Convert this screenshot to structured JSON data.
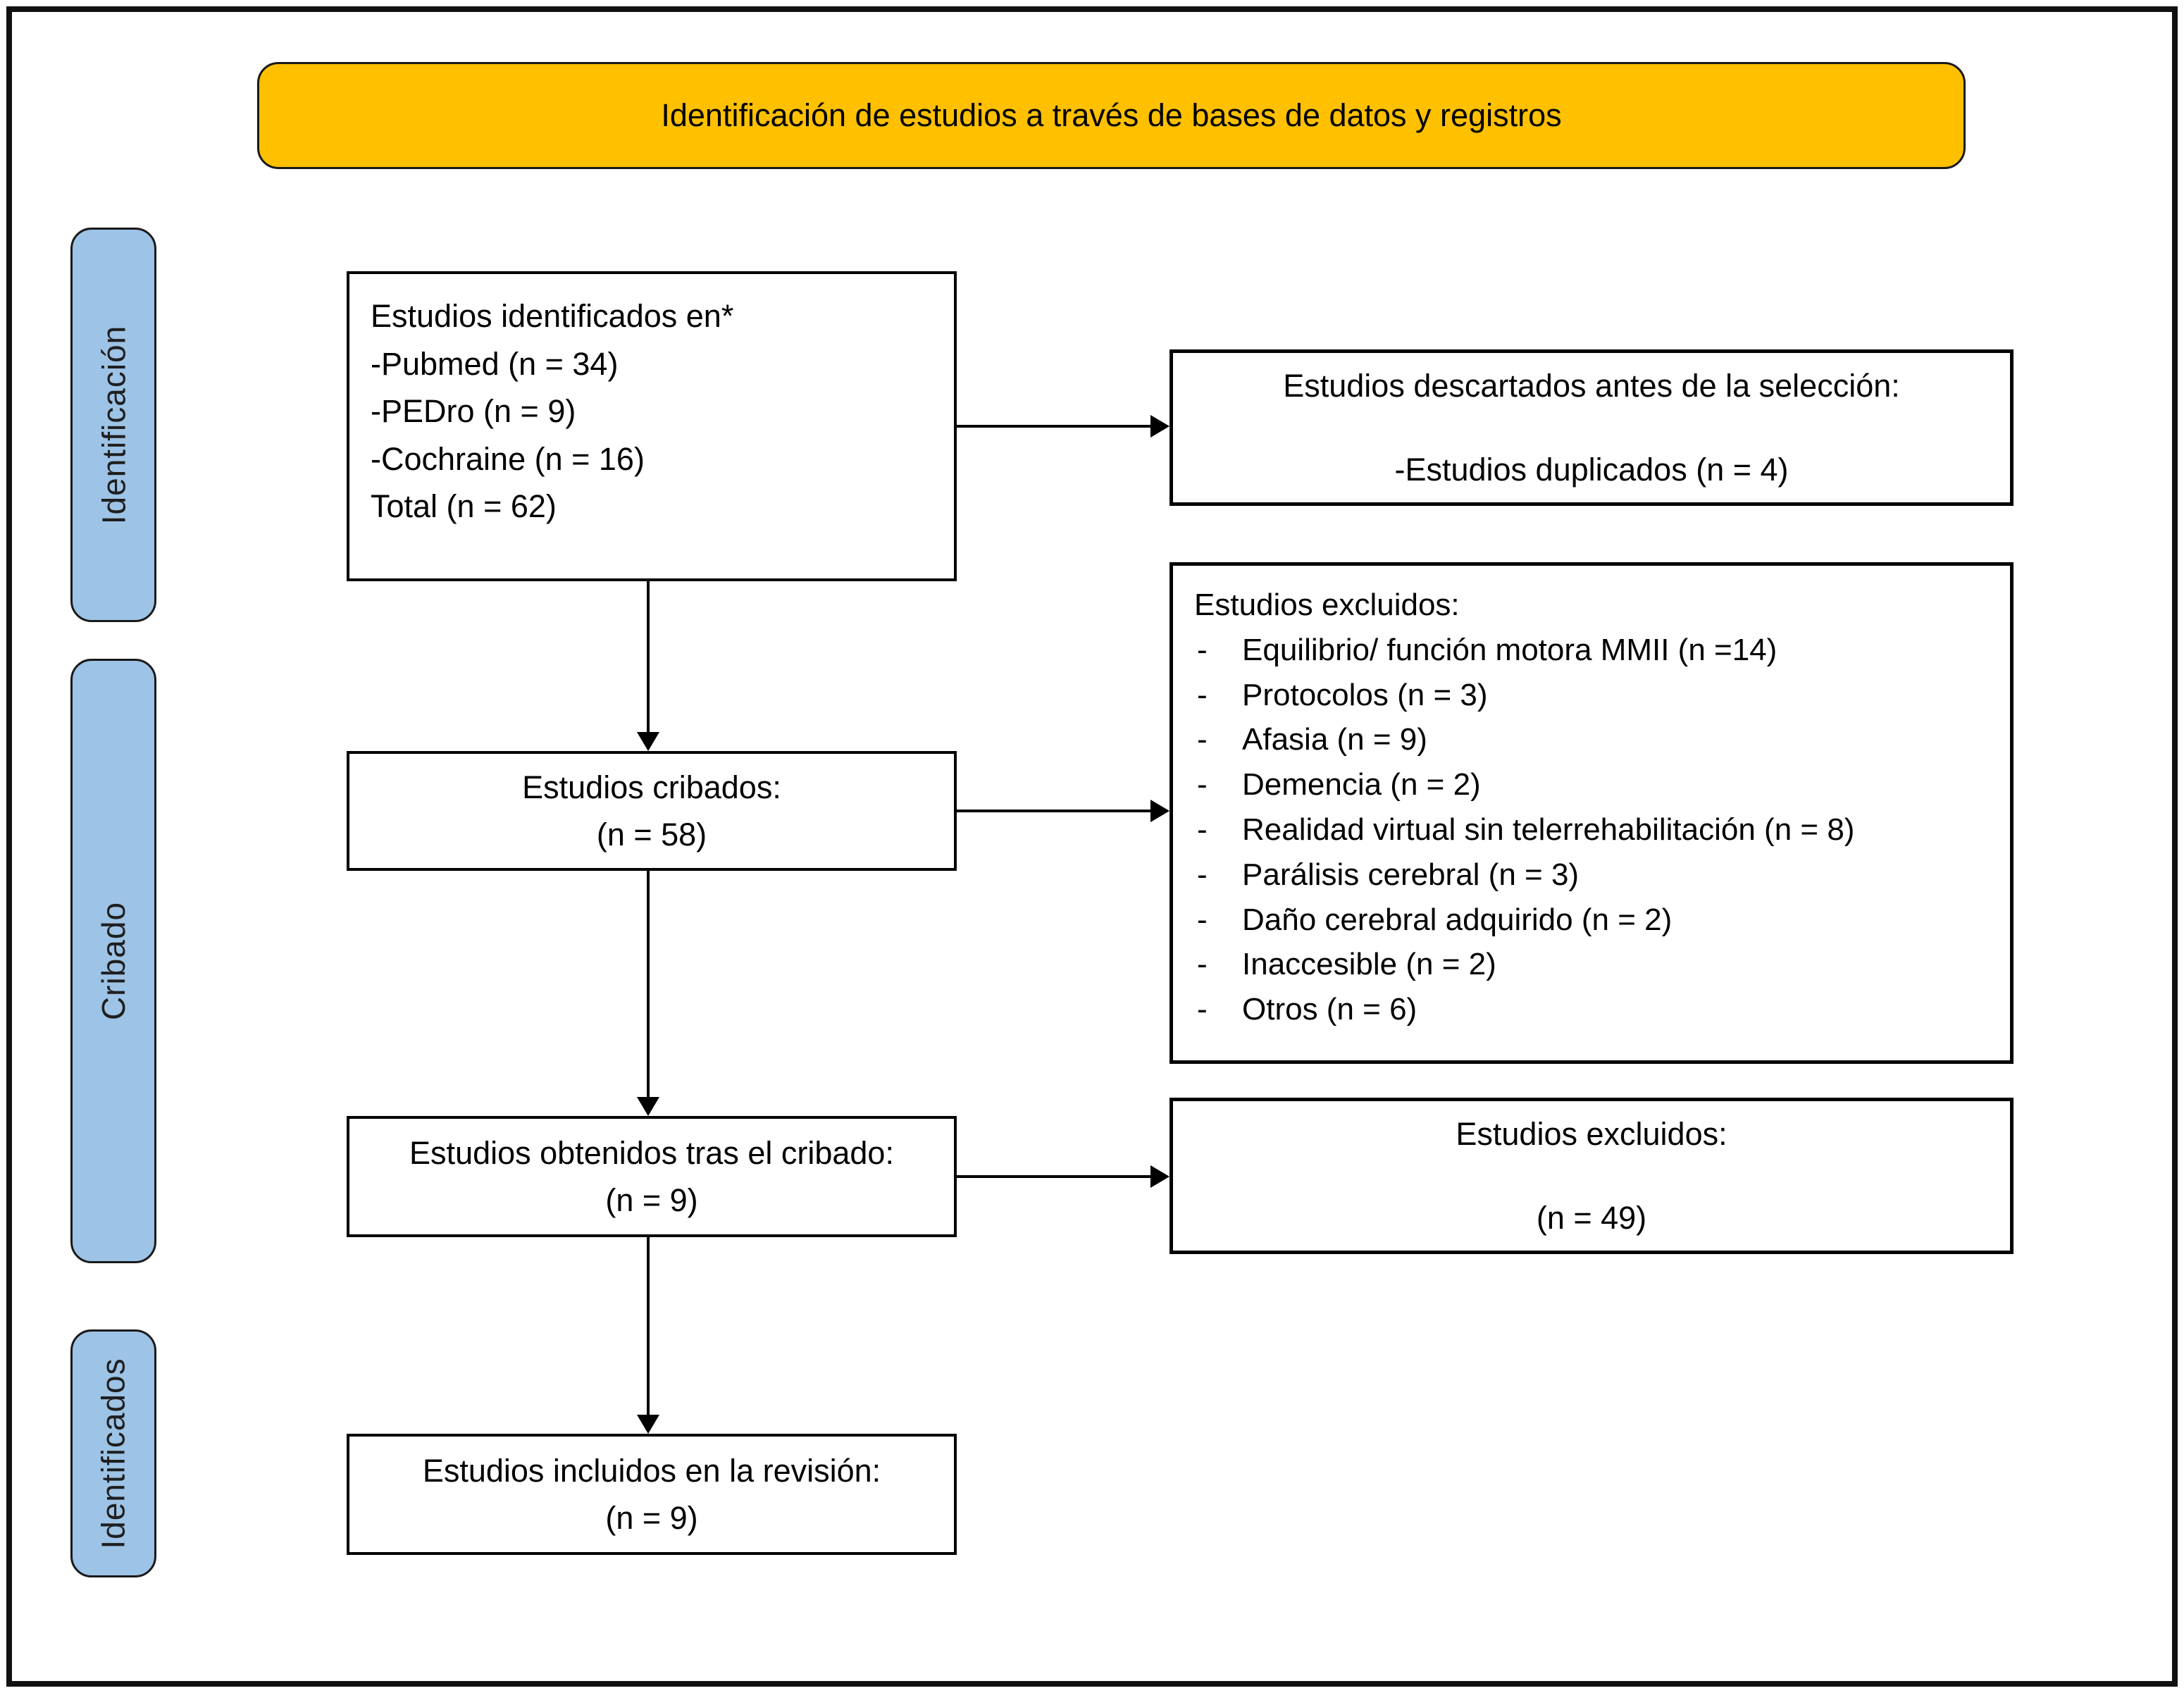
{
  "banner": {
    "title": "Identificación de estudios a través de bases de datos y registros",
    "bg_color": "#FFC000"
  },
  "sidebar": {
    "bg_color": "#9DC3E6",
    "stages": [
      {
        "label": "Identificación"
      },
      {
        "label": "Cribado"
      },
      {
        "label": "Identificados"
      }
    ]
  },
  "boxes": {
    "identified": {
      "lines": [
        "Estudios identificados en*",
        "-Pubmed (n = 34)",
        "-PEDro (n = 9)",
        "-Cochraine (n = 16)",
        "Total (n = 62)"
      ]
    },
    "discarded": {
      "line1": "Estudios descartados antes de la selección:",
      "line2": "-Estudios duplicados (n = 4)"
    },
    "screened": {
      "line1": "Estudios cribados:",
      "line2": "(n = 58)"
    },
    "excluded_reasons": {
      "title": "Estudios excluidos:",
      "marker": "-",
      "items": [
        "Equilibrio/ función motora MMII (n =14)",
        "Protocolos (n = 3)",
        "Afasia (n = 9)",
        "Demencia (n = 2)",
        "Realidad virtual sin telerrehabilitación (n = 8)",
        "Parálisis cerebral (n = 3)",
        "Daño cerebral adquirido (n = 2)",
        "Inaccesible (n = 2)",
        "Otros (n = 6)"
      ]
    },
    "retrieved": {
      "line1": "Estudios obtenidos tras el cribado:",
      "line2": "(n = 9)"
    },
    "excluded": {
      "line1": "Estudios excluidos:",
      "line2": "(n = 49)"
    },
    "included": {
      "line1": "Estudios incluidos en la revisión:",
      "line2": "(n = 9)"
    }
  }
}
